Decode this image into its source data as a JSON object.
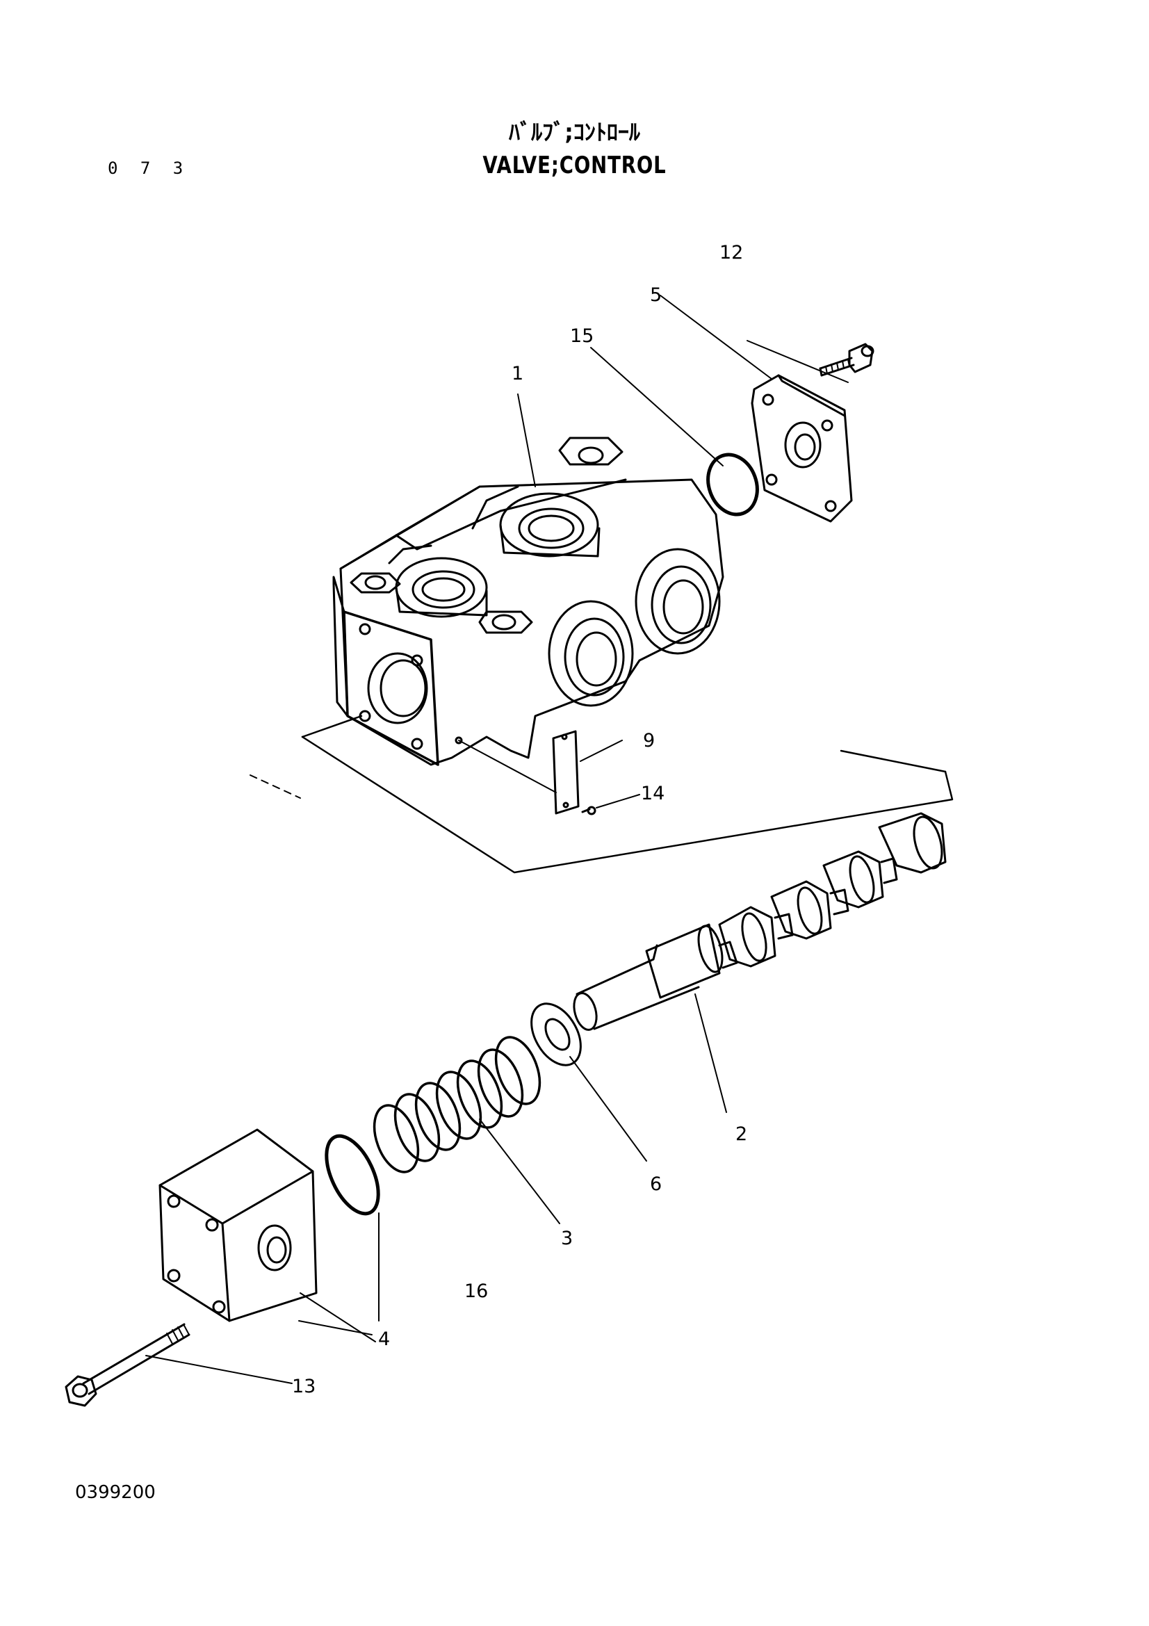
{
  "page_number": "0 7 3",
  "title_jp": "ﾊﾞﾙﾌﾞ;ｺﾝﾄﾛｰﾙ",
  "title_en": "VALVE;CONTROL",
  "document_number": "0399200",
  "callouts": {
    "c1": "1",
    "c2": "2",
    "c3": "3",
    "c4": "4",
    "c5": "5",
    "c6": "6",
    "c9": "9",
    "c12": "12",
    "c13": "13",
    "c14": "14",
    "c15": "15",
    "c16": "16"
  }
}
